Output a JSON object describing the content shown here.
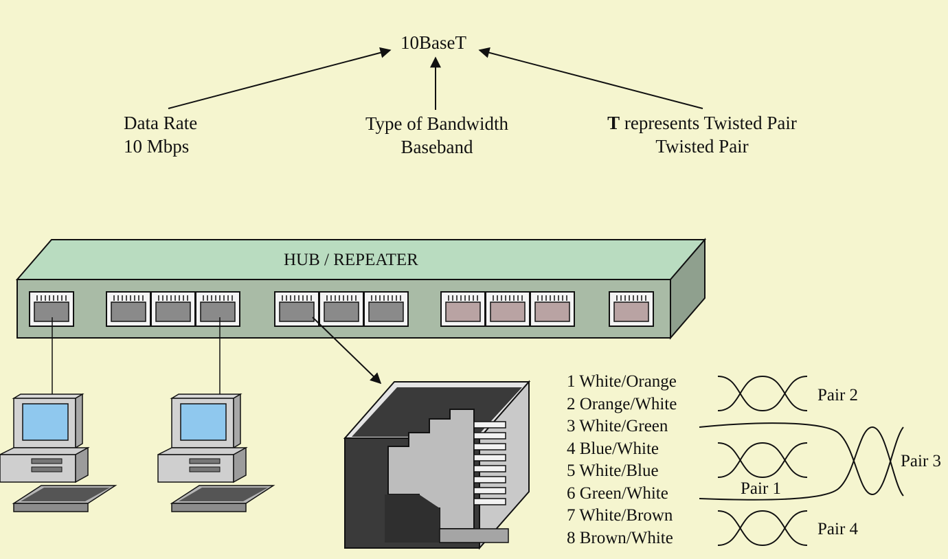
{
  "title": "10BaseT",
  "parts": {
    "data_rate": {
      "line1": "Data Rate",
      "line2": "10 Mbps"
    },
    "bandwidth": {
      "line1": "Type of Bandwidth",
      "line2": "Baseband"
    },
    "twisted_pair": {
      "bold_letter": "T",
      "line1_rest": " represents Twisted Pair",
      "line2": "Twisted Pair"
    }
  },
  "hub": {
    "label": "HUB / REPEATER"
  },
  "pins": [
    "1 White/Orange",
    "2 Orange/White",
    "3 White/Green",
    "4 Blue/White",
    "5 White/Blue",
    "6 Green/White",
    "7 White/Brown",
    "8 Brown/White"
  ],
  "pairs": {
    "pair1": "Pair 1",
    "pair2": "Pair 2",
    "pair3": "Pair 3",
    "pair4": "Pair 4"
  },
  "colors": {
    "background": "#f5f5cf",
    "hub_top": "#b9dcc0",
    "hub_front": "#a9bba6",
    "hub_side": "#8fa08e",
    "port_dark": "#8a8a8a",
    "port_pink": "#b9a3a3",
    "screen": "#8fc8ee"
  }
}
